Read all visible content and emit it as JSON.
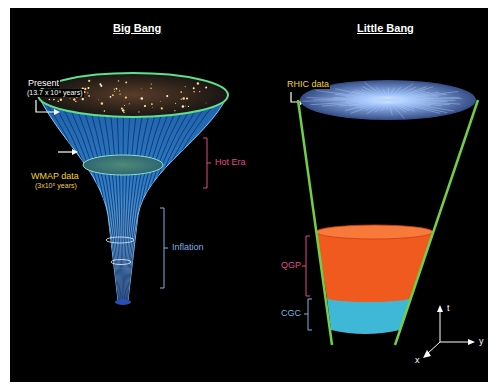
{
  "diagram": {
    "labels": [
      "Big Bang",
      "Little Bang",
      "Present",
      "(13.7 x 10⁹ years)",
      "RHIC data",
      "WMAP data",
      "(3x10⁵ years)",
      "Hot Era",
      "Inflation",
      "QGP",
      "CGC",
      "t",
      "x",
      "y"
    ]
  }
}
